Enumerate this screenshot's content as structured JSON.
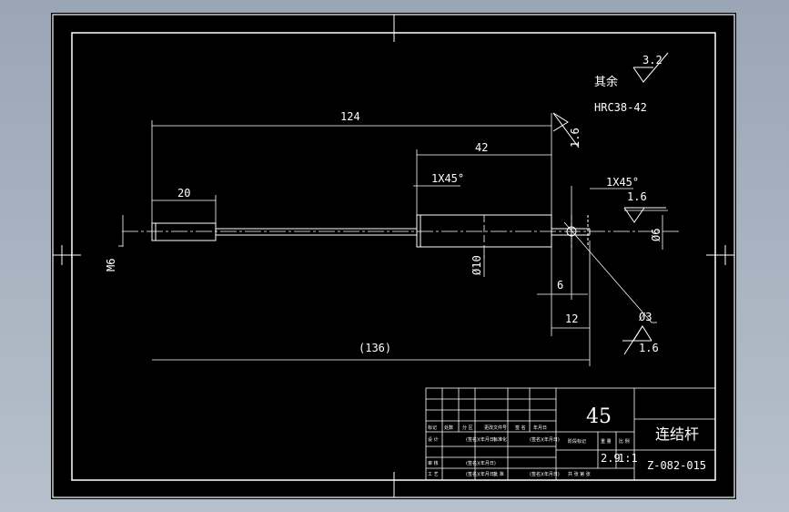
{
  "material": "45",
  "part_name": "连结杆",
  "drawing_number": "Z-082-015",
  "scale": "1:1",
  "weight": "2.9",
  "roughness": {
    "general_prefix": "其余",
    "general_value": "3.2",
    "hardness": "HRC38-42",
    "face_value": "1.6",
    "right_value": "1.6",
    "hole_value": "1.6"
  },
  "dimensions": {
    "total": "124",
    "ref_length": "(136)",
    "thread_length": "20",
    "large_length": "42",
    "chamfer_left": "1X45°",
    "chamfer_right": "1X45°",
    "thread": "M6",
    "large_diameter": "Ø10",
    "small_diameter": "Ø6",
    "hole_diameter": "Ø3",
    "hole_pos": "6",
    "end_length": "12"
  },
  "title_block": {
    "row_labels_a": [
      "标记",
      "处数",
      "分 区",
      "更改文件号",
      "签 名",
      "年月日"
    ],
    "row_labels_b": [
      "设 计",
      "(签名)(年月日)",
      "标准化",
      "(签名)(年月日)"
    ],
    "row_labels_c": [
      "审 核",
      "(签名)(年月日)"
    ],
    "row_labels_d": [
      "工 艺",
      "(签名)(年月日)",
      "批 准",
      "(签名)(年月日)"
    ],
    "stage_label": "阶段标记",
    "weight_label": "重 量",
    "scale_label": "比 例",
    "sheet_label": "共  张  第  张"
  }
}
